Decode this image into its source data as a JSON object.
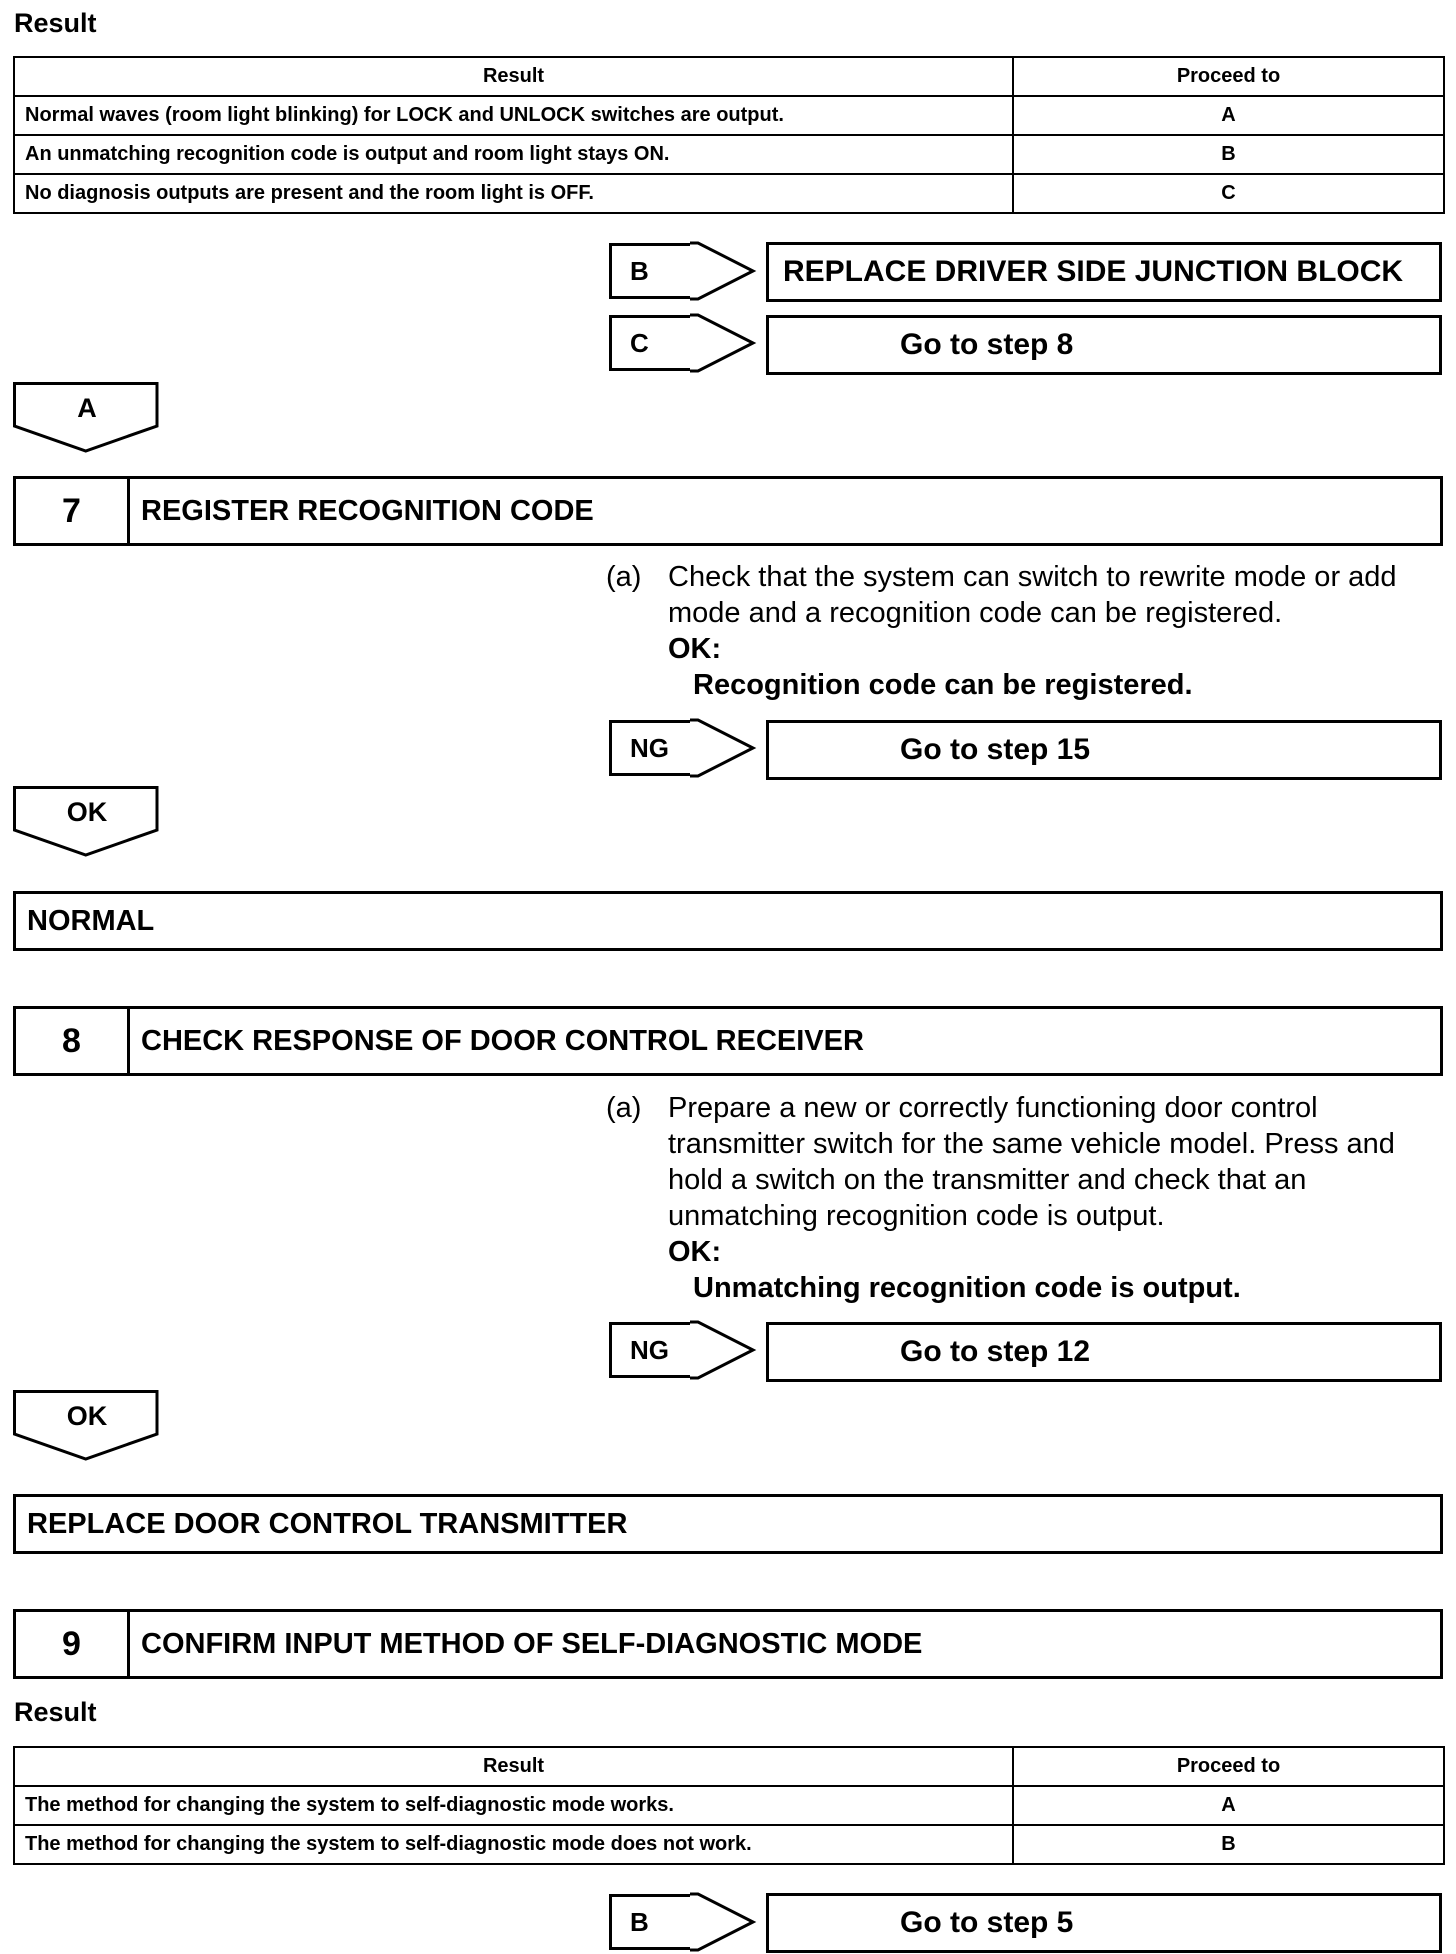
{
  "result_label_1": "Result",
  "table1": {
    "headers": [
      "Result",
      "Proceed to"
    ],
    "rows": [
      [
        "Normal waves (room light blinking) for LOCK and UNLOCK switches are output.",
        "A"
      ],
      [
        "An unmatching recognition code is output and room light stays ON.",
        "B"
      ],
      [
        "No diagnosis outputs are present and the room light is OFF.",
        "C"
      ]
    ]
  },
  "branch_b1": {
    "tag": "B",
    "dest": "REPLACE DRIVER SIDE JUNCTION BLOCK"
  },
  "branch_c1": {
    "tag": "C",
    "dest": "Go to step 8"
  },
  "proceed_a": "A",
  "step7": {
    "num": "7",
    "title": "REGISTER RECOGNITION CODE",
    "item_letter": "(a)",
    "item_lines": [
      "Check that the system can switch to rewrite mode or add",
      "mode and a recognition code can be registered."
    ],
    "ok_label": "OK:",
    "ok_value": "Recognition code can be registered.",
    "ng": {
      "tag": "NG",
      "dest": "Go to step 15"
    },
    "ok_tag": "OK",
    "result_box": "NORMAL"
  },
  "step8": {
    "num": "8",
    "title": "CHECK RESPONSE OF DOOR CONTROL RECEIVER",
    "item_letter": "(a)",
    "item_lines": [
      "Prepare a new or correctly functioning door control",
      "transmitter switch for the same vehicle model. Press and",
      "hold a switch on the transmitter and check that an",
      "unmatching recognition code is output."
    ],
    "ok_label": "OK:",
    "ok_value": "Unmatching recognition code is output.",
    "ng": {
      "tag": "NG",
      "dest": "Go to step 12"
    },
    "ok_tag": "OK",
    "result_box": "REPLACE DOOR CONTROL TRANSMITTER"
  },
  "step9": {
    "num": "9",
    "title": "CONFIRM INPUT METHOD OF SELF-DIAGNOSTIC MODE"
  },
  "result_label_2": "Result",
  "table2": {
    "headers": [
      "Result",
      "Proceed to"
    ],
    "rows": [
      [
        "The method for changing the system to self-diagnostic mode works.",
        "A"
      ],
      [
        "The method for changing the system to self-diagnostic mode does not work.",
        "B"
      ]
    ]
  },
  "branch_b2": {
    "tag": "B",
    "dest": "Go to step 5"
  }
}
